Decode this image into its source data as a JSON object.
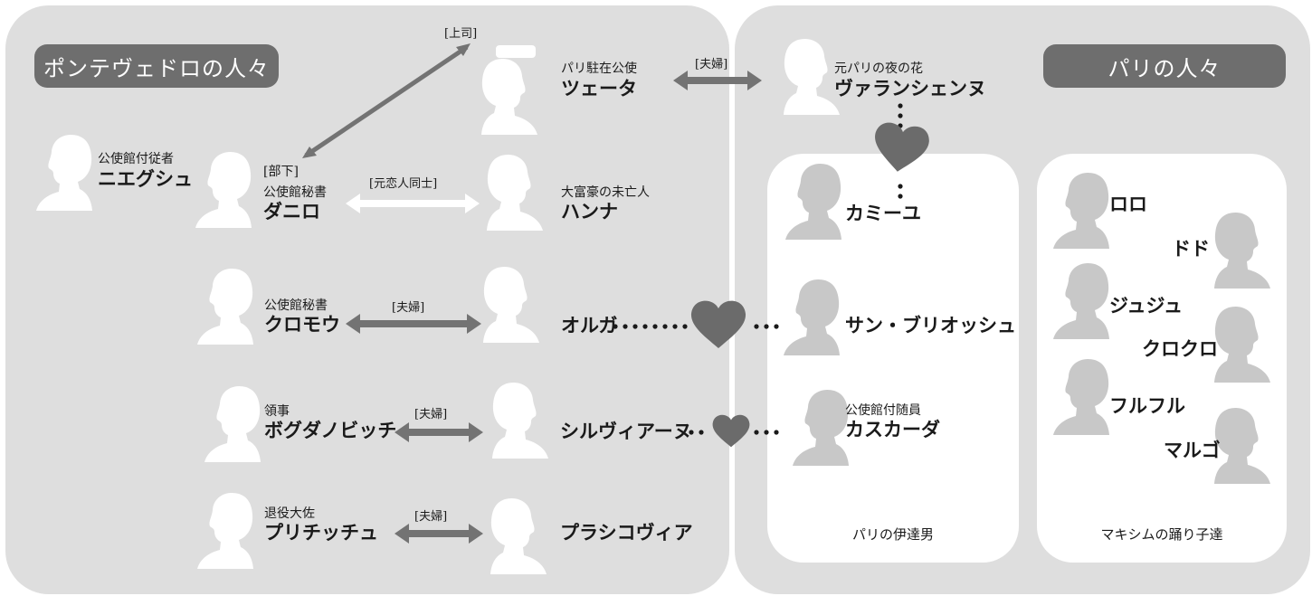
{
  "groups": {
    "pontevedro_title": "ポンテヴェドロの人々",
    "paris_title": "パリの人々",
    "dandies_label": "パリの伊達男",
    "dancers_label": "マキシムの踊り子達"
  },
  "characters": {
    "njegus": {
      "role": "公使館付従者",
      "name": "ニエグシュ"
    },
    "danilo": {
      "tag": "[部下]",
      "role": "公使館秘書",
      "name": "ダニロ"
    },
    "zeta": {
      "role": "パリ駐在公使",
      "name": "ツェータ"
    },
    "hanna": {
      "role": "大富豪の未亡人",
      "name": "ハンナ"
    },
    "kromow": {
      "role": "公使館秘書",
      "name": "クロモウ"
    },
    "olga": {
      "name": "オルガ"
    },
    "bogdanowitsch": {
      "role": "領事",
      "name": "ボグダノビッチ"
    },
    "sylviane": {
      "name": "シルヴィアーヌ"
    },
    "pritschitsch": {
      "role": "退役大佐",
      "name": "プリチッチュ"
    },
    "praskowia": {
      "name": "プラシコヴィア"
    },
    "valencienne": {
      "role": "元パリの夜の花",
      "name": "ヴァランシェンヌ"
    },
    "camille": {
      "name": "カミーユ"
    },
    "brioche": {
      "name": "サン・ブリオッシュ"
    },
    "cascada": {
      "role": "公使館付随員",
      "name": "カスカーダ"
    },
    "lolo": {
      "name": "ロロ"
    },
    "dodo": {
      "name": "ドド"
    },
    "jouju": {
      "name": "ジュジュ"
    },
    "clocro": {
      "name": "クロクロ"
    },
    "froufrou": {
      "name": "フルフル"
    },
    "margot": {
      "name": "マルゴ"
    }
  },
  "relations": {
    "boss": "[上司]",
    "couple_zeta": "[夫婦]",
    "ex_lovers": "[元恋人同士]",
    "couple_kromow": "[夫婦]",
    "couple_bogdanowitsch": "[夫婦]",
    "couple_pritschitsch": "[夫婦]"
  },
  "colors": {
    "panel_bg": "#dedede",
    "title_bg": "#6e6e6e",
    "arrow": "#737373",
    "heart": "#6b6b6b",
    "silhouette_white": "#ffffff",
    "silhouette_grey": "#c8c8c8"
  }
}
